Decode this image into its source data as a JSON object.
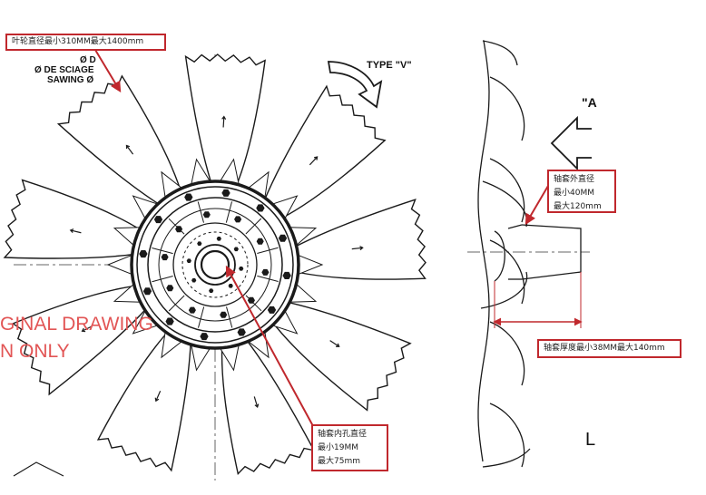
{
  "callouts": {
    "impeller_diameter": "叶轮直径最小310MM最大1400mm",
    "bore_inner": {
      "title": "轴套内孔直径",
      "min": "最小19MM",
      "max": "最大75mm"
    },
    "bushing_outer": {
      "title": "轴套外直径",
      "min": "最小40MM",
      "max": "最大120mm"
    },
    "bushing_thickness": "轴套厚度最小38MM最大140mm"
  },
  "labels": {
    "diameter_d": "Ø D",
    "sciage": "Ø DE SCIAGE",
    "sawing": "SAWING Ø",
    "type_v": "TYPE \"V\"",
    "side_mark": "\"A",
    "corner_mark": "L"
  },
  "watermark": {
    "line1": "GINAL DRAWING",
    "line2": "N ONLY"
  },
  "colors": {
    "accent": "#c0282d",
    "line": "#1a1a1a",
    "watermark": "#e25555"
  }
}
